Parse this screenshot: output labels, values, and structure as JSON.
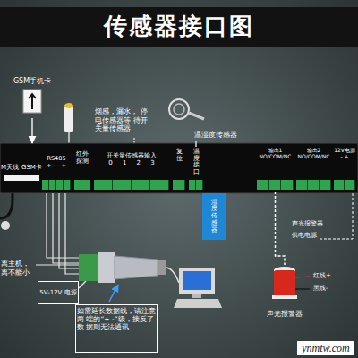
{
  "diagram": {
    "title": "传感器接口图",
    "nodes": [
      {
        "text": [
          "GSM手机卡"
        ]
      },
      {
        "text": [
          "温湿度传感器"
        ]
      },
      {
        "text": [
          "GSM卡"
        ]
      },
      {
        "text": [
          "RS485",
          "+ - - +"
        ],
        "in": 2
      },
      {
        "text": [
          "红外探测"
        ],
        "in": 2
      },
      {
        "text": [
          "开关量传感器输入",
          "0 1 2 3"
        ],
        "in": 2
      },
      {
        "text": [
          "复位"
        ],
        "in": 2
      },
      {
        "text": [
          "温度接口"
        ],
        "in": 2
      },
      {
        "text": [
          "输出1 NO/COM/NC"
        ],
        "in": 2
      },
      {
        "text": [
          "输出2 NO/COM/NC"
        ],
        "in": 2
      },
      {
        "text": [
          "12V电源 - +"
        ],
        "in": 2
      },
      {
        "text": [
          "湿度传感器"
        ]
      },
      {
        "text": [
          "5V-12V 电源"
        ]
      },
      {
        "text": [
          "声光报警器"
        ]
      },
      {
        "text": [
          "如需延长数据线，请注意两 端的“+ -”级，接反了数 据则无法通讯"
        ]
      }
    ],
    "edges": [
      {
        "from": 0,
        "to": 2,
        "arrow": "to"
      },
      {
        "from": 1,
        "to": 7,
        "arrow": "none"
      },
      {
        "from": 8,
        "to": 13,
        "arrow": "none"
      }
    ],
    "labels": [
      "M天线",
      "烟感，漏水， 停电传感器等 待开关量传感器",
      "离主机， 离不能小",
      "声光报警器",
      "供电电源",
      "红线+",
      "黑线-",
      "ynmtw.com"
    ]
  }
}
